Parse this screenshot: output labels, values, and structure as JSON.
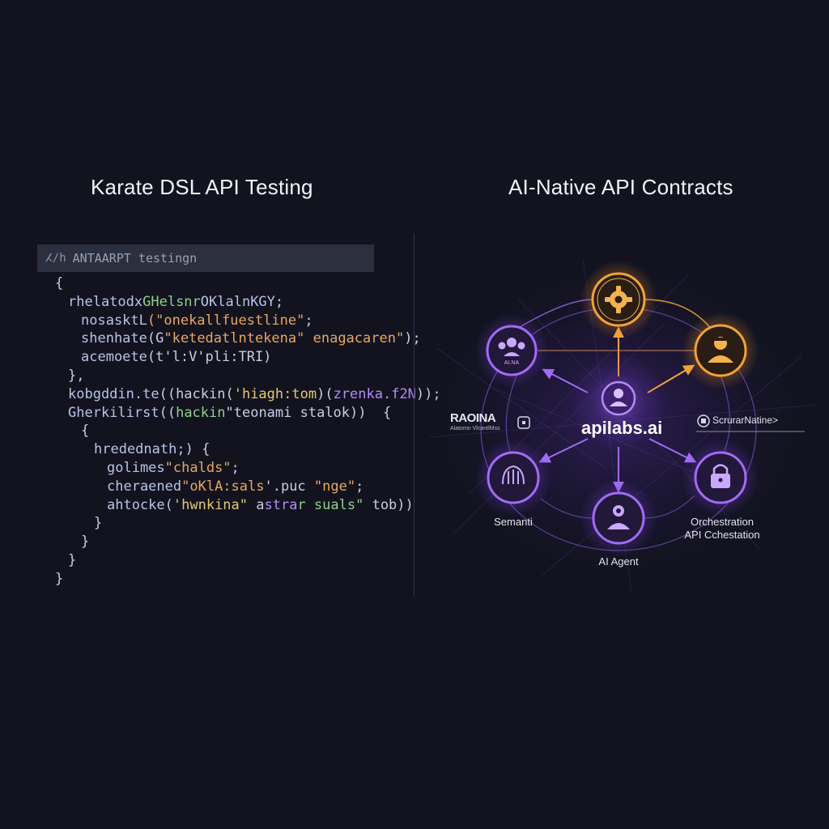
{
  "left_panel": {
    "title": "Karate DSL API Testing",
    "editor_bar": {
      "icon": "ⵃ/h",
      "label": "ANTAARPT testingn"
    },
    "code_lines": [
      {
        "indent": 0,
        "segments": [
          {
            "t": "{",
            "c": "punc"
          }
        ]
      },
      {
        "indent": 1,
        "segments": [
          {
            "t": "rhelatodx",
            "c": "id"
          },
          {
            "t": "GHelsnr",
            "c": "grn"
          },
          {
            "t": "OKlalnKGY;",
            "c": "id"
          }
        ]
      },
      {
        "indent": 2,
        "segments": [
          {
            "t": "nosasktL",
            "c": "id"
          },
          {
            "t": "(\"onekallfuestline\"",
            "c": "str"
          },
          {
            "t": ";",
            "c": "punc"
          }
        ]
      },
      {
        "indent": 2,
        "segments": [
          {
            "t": "shenhate",
            "c": "id"
          },
          {
            "t": "(G",
            "c": "punc"
          },
          {
            "t": "\"ketedatlntekena\"",
            "c": "str"
          },
          {
            "t": " enagacaren\"",
            "c": "str"
          },
          {
            "t": ");",
            "c": "punc"
          }
        ]
      },
      {
        "indent": 2,
        "segments": [
          {
            "t": "acemoete",
            "c": "id"
          },
          {
            "t": "(t'l:V'pli:TRI)",
            "c": "punc"
          }
        ]
      },
      {
        "indent": 1,
        "segments": [
          {
            "t": "},",
            "c": "punc"
          }
        ]
      },
      {
        "indent": 1,
        "segments": [
          {
            "t": "kobgddin.te",
            "c": "id"
          },
          {
            "t": "((hackin(",
            "c": "punc"
          },
          {
            "t": "'hiagh:tom",
            "c": "yel"
          },
          {
            "t": ")(",
            "c": "punc"
          },
          {
            "t": "zrenka.f2N",
            "c": "pur"
          },
          {
            "t": "));",
            "c": "punc"
          }
        ]
      },
      {
        "indent": 1,
        "segments": [
          {
            "t": "Gherkilirst",
            "c": "id"
          },
          {
            "t": "((",
            "c": "punc"
          },
          {
            "t": "hackin",
            "c": "grn"
          },
          {
            "t": "\"teonami stalok))  {",
            "c": "punc"
          }
        ]
      },
      {
        "indent": 2,
        "segments": [
          {
            "t": "{",
            "c": "punc"
          }
        ]
      },
      {
        "indent": 3,
        "segments": [
          {
            "t": "hredednath;",
            "c": "id"
          },
          {
            "t": ") {",
            "c": "punc"
          }
        ]
      },
      {
        "indent": 4,
        "segments": [
          {
            "t": "golimes",
            "c": "id"
          },
          {
            "t": "\"chalds\"",
            "c": "str"
          },
          {
            "t": ";",
            "c": "punc"
          }
        ]
      },
      {
        "indent": 4,
        "segments": [
          {
            "t": "cheraened",
            "c": "id"
          },
          {
            "t": "\"oKlA:sals",
            "c": "str"
          },
          {
            "t": "'.puc ",
            "c": "punc"
          },
          {
            "t": "\"nge\"",
            "c": "str"
          },
          {
            "t": ";",
            "c": "punc"
          }
        ]
      },
      {
        "indent": 4,
        "segments": [
          {
            "t": "ahtocke(",
            "c": "id"
          },
          {
            "t": "'hwnkina\"",
            "c": "yel"
          },
          {
            "t": " a",
            "c": "punc"
          },
          {
            "t": "stra",
            "c": "pur"
          },
          {
            "t": "r suals\"",
            "c": "grn"
          },
          {
            "t": " tob))",
            "c": "punc"
          }
        ]
      },
      {
        "indent": 3,
        "segments": [
          {
            "t": "}",
            "c": "punc"
          }
        ]
      },
      {
        "indent": 2,
        "segments": [
          {
            "t": "}",
            "c": "punc"
          }
        ]
      },
      {
        "indent": 1,
        "segments": [
          {
            "t": "}",
            "c": "punc"
          }
        ]
      },
      {
        "indent": 0,
        "segments": [
          {
            "t": "}",
            "c": "punc"
          }
        ]
      }
    ]
  },
  "right_panel": {
    "title": "AI-Native API Contracts",
    "hub": {
      "label": "apilabs.ai",
      "icon": "user-icon"
    },
    "nodes": [
      {
        "id": "gear",
        "color": "orange",
        "icon": "gear-icon",
        "label": ""
      },
      {
        "id": "agent-right",
        "color": "orange",
        "icon": "agent-icon",
        "label": ""
      },
      {
        "id": "team",
        "color": "purple",
        "icon": "team-icon",
        "label": "",
        "inner_text": "AI.NA"
      },
      {
        "id": "semanti",
        "color": "purple",
        "icon": "brain-icon",
        "label": "Semanti"
      },
      {
        "id": "ai-agent",
        "color": "purple",
        "icon": "agent-icon",
        "label": "AI Agent"
      },
      {
        "id": "orchestration",
        "color": "purple",
        "icon": "lock-icon",
        "label": "Orchestration"
      }
    ],
    "orchestration_sub": "API Cchestation",
    "left_logo": {
      "main": "RAOINA",
      "sub": "Alatomn VlcantlMss"
    },
    "right_tag": "ScrurarNatine>",
    "colors": {
      "orange": "#f0a23a",
      "purple": "#9b5cf0",
      "hub": "#7a3fe0"
    }
  }
}
